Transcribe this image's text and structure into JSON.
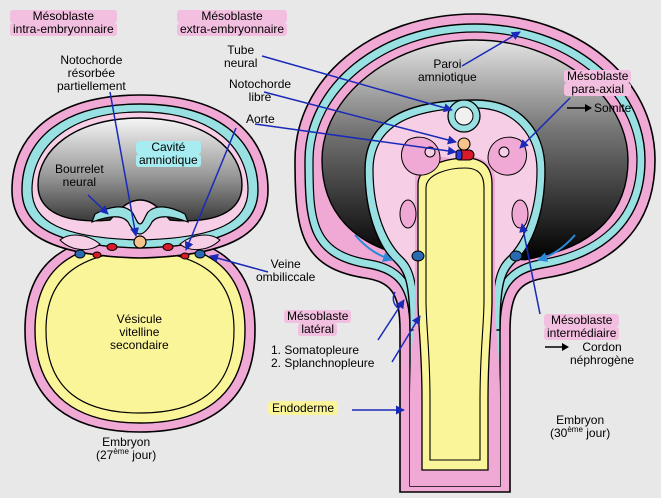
{
  "labels": {
    "meso_intra_1": "Mésoblaste",
    "meso_intra_2": "intra-embryonnaire",
    "meso_extra_1": "Mésoblaste",
    "meso_extra_2": "extra-embryonnaire",
    "notochorde_resorbee_1": "Notochorde",
    "notochorde_resorbee_2": "résorbée",
    "notochorde_resorbee_3": "partiellement",
    "tube_neural_1": "Tube",
    "tube_neural_2": "neural",
    "notochorde_libre_1": "Notochorde",
    "notochorde_libre_2": "libre",
    "aorte": "Aorte",
    "paroi_1": "Paroi",
    "paroi_2": "amniotique",
    "meso_paraaxial_1": "Mésoblaste",
    "meso_paraaxial_2": "para-axial",
    "somite": "Somite",
    "cavite_1": "Cavité",
    "cavite_2": "amniotique",
    "bourrelet_1": "Bourrelet",
    "bourrelet_2": "neural",
    "veine_1": "Veine",
    "veine_2": "ombiliccale",
    "vesicule_1": "Vésicule",
    "vesicule_2": "vitelline",
    "vesicule_3": "secondaire",
    "meso_lateral_1": "Mésoblaste",
    "meso_lateral_2": "latéral",
    "somatopleure": "1. Somatopleure",
    "splanchnopleure": "2. Splanchnopleure",
    "meso_inter_1": "Mésoblaste",
    "meso_inter_2": "intermédiaire",
    "cordon_1": "Cordon",
    "cordon_2": "néphrogène",
    "endoderme": "Endoderme",
    "embryon27_1": "Embryon",
    "embryon27_2a": "(27",
    "embryon27_sup": "ème",
    "embryon27_2b": " jour)",
    "embryon30_1": "Embryon",
    "embryon30_2a": "(30",
    "embryon30_sup": "ème",
    "embryon30_2b": " jour)"
  },
  "colors": {
    "background": "#e8e8e8",
    "pink_mesoblast": "#f0a8d4",
    "light_pink": "#f6cfe6",
    "teal_ectoderm": "#98e0e2",
    "yellow_endoderm": "#fbf59a",
    "pointer_blue": "#1a2ab8",
    "flow_blue": "#2a8ad8",
    "aorta_red": "#d81a2a",
    "vein_blue": "#2a6ab0"
  }
}
